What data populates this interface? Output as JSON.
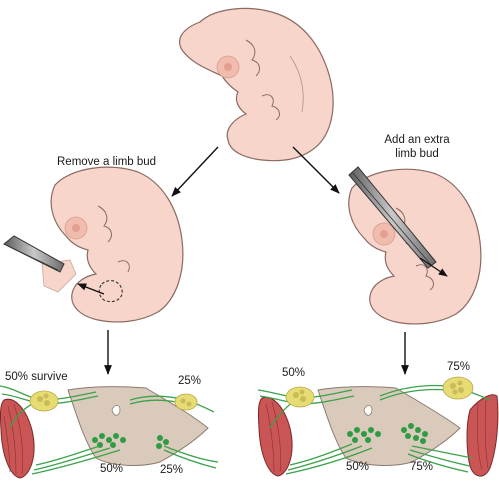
{
  "labels": {
    "remove": "Remove a limb bud",
    "add_line1": "Add an extra",
    "add_line2": "limb bud"
  },
  "remove_panel": {
    "survive": "50% survive",
    "top_right": "25%",
    "bottom_left": "50%",
    "bottom_right": "25%"
  },
  "add_panel": {
    "top_left": "50%",
    "top_right": "75%",
    "bottom_left": "50%",
    "bottom_right": "75%"
  },
  "colors": {
    "embryo_fill": "#f7d5cb",
    "embryo_stroke": "#8a6a62",
    "spinal_fill": "#d9cabc",
    "muscle": "#c95555",
    "nerve": "#3ca24a",
    "ganglion": "#e7dc74"
  }
}
